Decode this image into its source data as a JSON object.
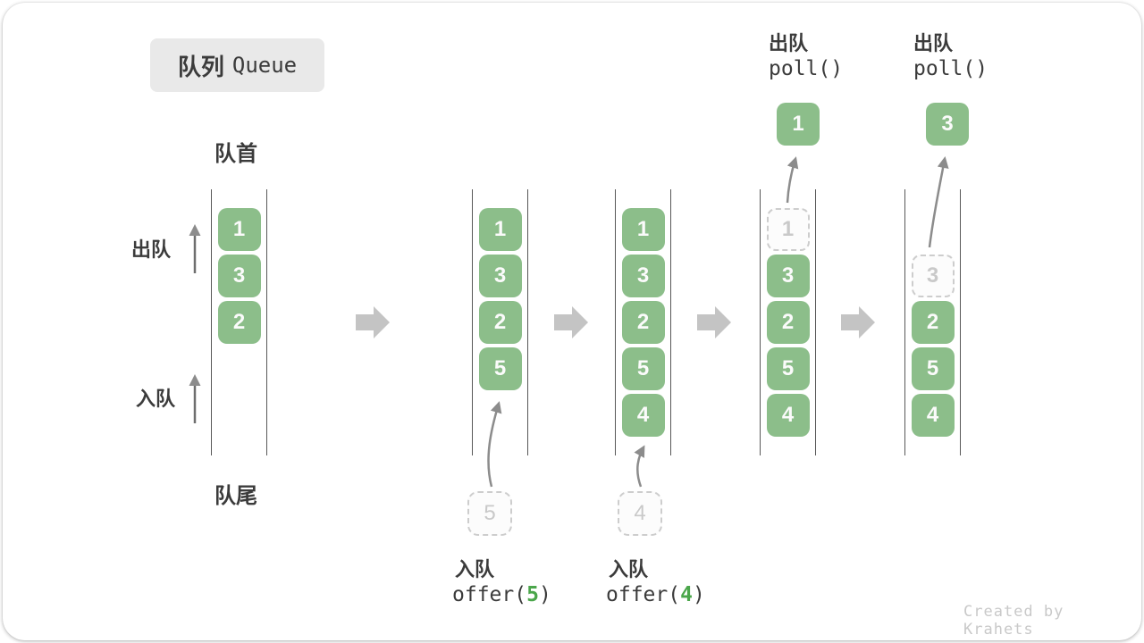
{
  "title": {
    "zh": "队列",
    "en": "Queue"
  },
  "labels": {
    "front": "队首",
    "rear": "队尾",
    "dequeue": "出队",
    "enqueue": "入队"
  },
  "colors": {
    "box_green": "#8cbe8a",
    "code_arg_green": "#4ba64b",
    "block_arrow_gray": "#c4c4c4",
    "thin_arrow_gray": "#8c8c8c",
    "ghost_gray": "#cdcdcd",
    "title_chip_bg": "#e9e9e9",
    "text_dark": "#3b3b3b"
  },
  "states": [
    {
      "items": [
        "1",
        "3",
        "2"
      ]
    },
    {
      "items": [
        "1",
        "3",
        "2",
        "5"
      ],
      "pending": {
        "value": "5",
        "label": "入队",
        "code_pre": "offer(",
        "arg": "5",
        "code_post": ")"
      }
    },
    {
      "items": [
        "1",
        "3",
        "2",
        "5",
        "4"
      ],
      "pending": {
        "value": "4",
        "label": "入队",
        "code_pre": "offer(",
        "arg": "4",
        "code_post": ")"
      }
    },
    {
      "ghost": "1",
      "items": [
        "3",
        "2",
        "5",
        "4"
      ],
      "polled": {
        "value": "1",
        "label": "出队",
        "code": "poll()"
      }
    },
    {
      "ghost": "3",
      "items": [
        "2",
        "5",
        "4"
      ],
      "polled": {
        "value": "3",
        "label": "出队",
        "code": "poll()"
      }
    }
  ],
  "watermark": "Created by Krahets"
}
